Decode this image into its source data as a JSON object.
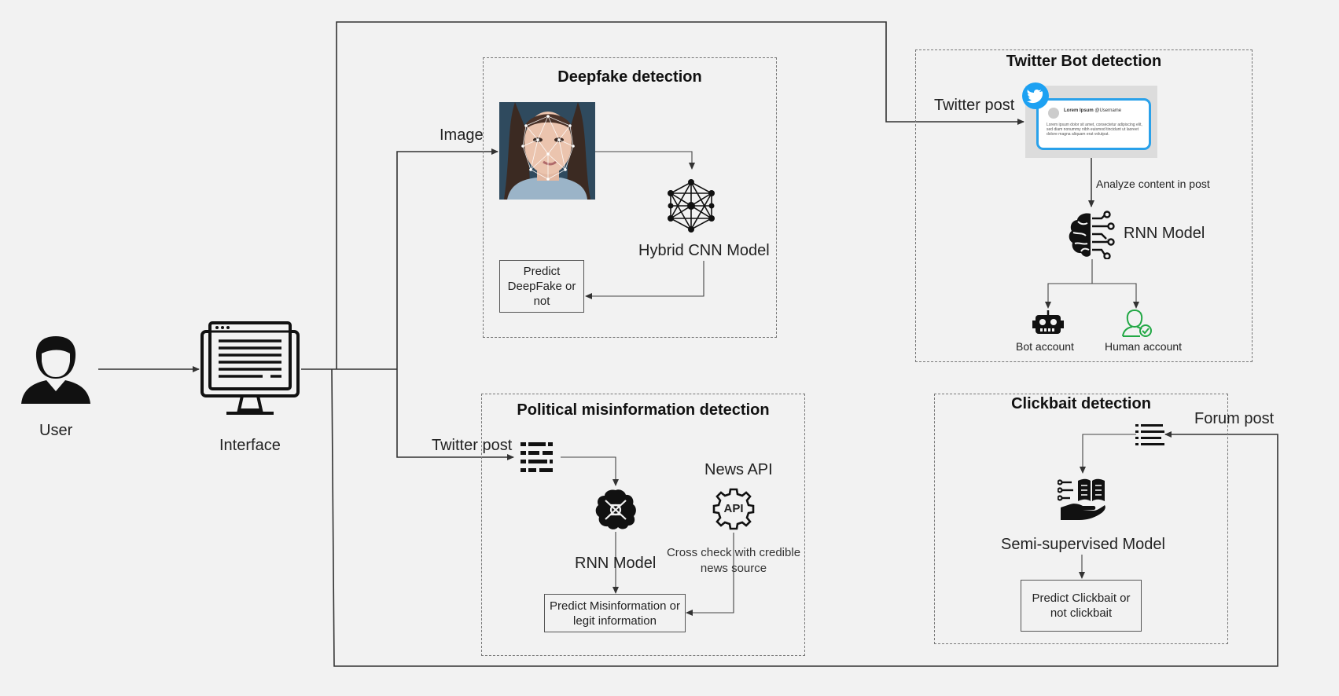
{
  "actors": {
    "user_label": "User",
    "interface_label": "Interface"
  },
  "deepfake": {
    "title": "Deepfake detection",
    "input_label": "Image",
    "model_label": "Hybrid CNN Model",
    "output_label": "Predict DeepFake or not"
  },
  "twitter_bot": {
    "title": "Twitter Bot detection",
    "input_label": "Twitter post",
    "analyze_label": "Analyze content in post",
    "model_label": "RNN Model",
    "bot_label": "Bot account",
    "human_label": "Human account",
    "tweet_name": "Lorem Ipsum",
    "tweet_handle": "@Username",
    "tweet_text": "Lorem ipsum dolor sit amet, consectetur adipiscing elit, sed diam nonummy nibh euismod tincidunt ut laoreet dolore magna aliquam erat volutpat."
  },
  "political": {
    "title": "Political misinformation detection",
    "input_label": "Twitter post",
    "model_label": "RNN Model",
    "api_label": "News API",
    "api_icon_text": "API",
    "crosscheck_label": "Cross check with credible news source",
    "output_label": "Predict Misinformation or legit information"
  },
  "clickbait": {
    "title": "Clickbait detection",
    "input_label": "Forum post",
    "model_label": "Semi-supervised Model",
    "output_label": "Predict Clickbait or not clickbait"
  },
  "icons": [
    "user-icon",
    "monitor-icon",
    "network-icon",
    "twitter-bird-icon",
    "ai-brain-icon",
    "robot-icon",
    "human-verified-icon",
    "text-lines-icon",
    "brain-gear-icon",
    "api-gear-icon",
    "book-hand-icon"
  ],
  "colors": {
    "background": "#f2f2f2",
    "line": "#333333",
    "twitter_blue": "#1da1f2",
    "human_green": "#22a845"
  }
}
